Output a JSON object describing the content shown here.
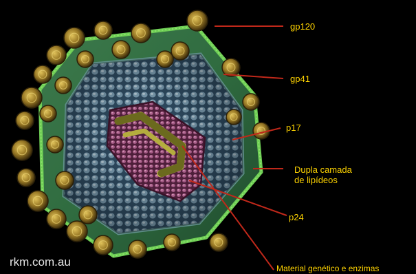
{
  "labels": {
    "gp120": "gp120",
    "gp41": "gp41",
    "p17": "p17",
    "lipid_line1": "Dupla camada",
    "lipid_line2": "de lipídeos",
    "p24": "p24",
    "genetic": "Material genético e enzimas"
  },
  "credit": "rkm.com.au",
  "colors": {
    "background": "#000000",
    "label_text": "#ffd400",
    "pointer_line": "#c0281a",
    "membrane": "#4fa83a",
    "matrix_p17": "#6f97ae",
    "capsid_p24": "#8c4a70",
    "genetic_material": "#c9c247",
    "spike": "#a88a2e"
  }
}
